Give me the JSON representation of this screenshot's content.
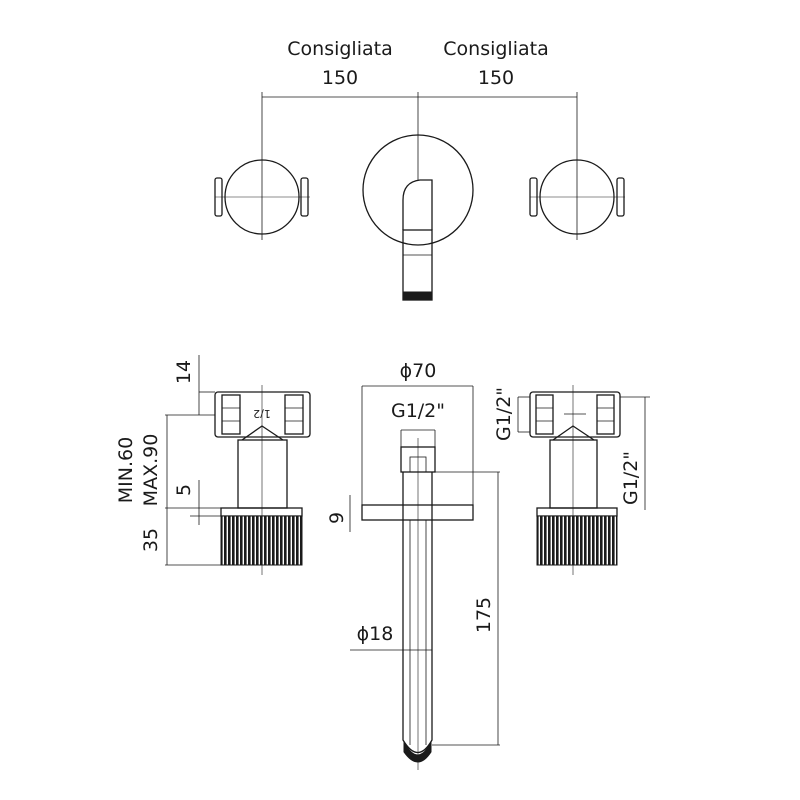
{
  "top_view": {
    "label_left": "Consigliata",
    "value_left": "150",
    "label_right": "Consigliata",
    "value_right": "150"
  },
  "side_left": {
    "dim_top": "14",
    "dim_min": "MIN.60",
    "dim_max": "MAX.90",
    "dim_collar": "5",
    "dim_handle": "35",
    "marking": "1/2"
  },
  "center": {
    "dim_plate_diameter": "ϕ70",
    "dim_thread": "G1/2\"",
    "dim_plate_thickness": "9",
    "dim_spout_diameter": "ϕ18",
    "dim_spout_length": "175"
  },
  "side_right": {
    "dim_thread_1": "G1/2\"",
    "dim_thread_2": "G1/2\""
  }
}
